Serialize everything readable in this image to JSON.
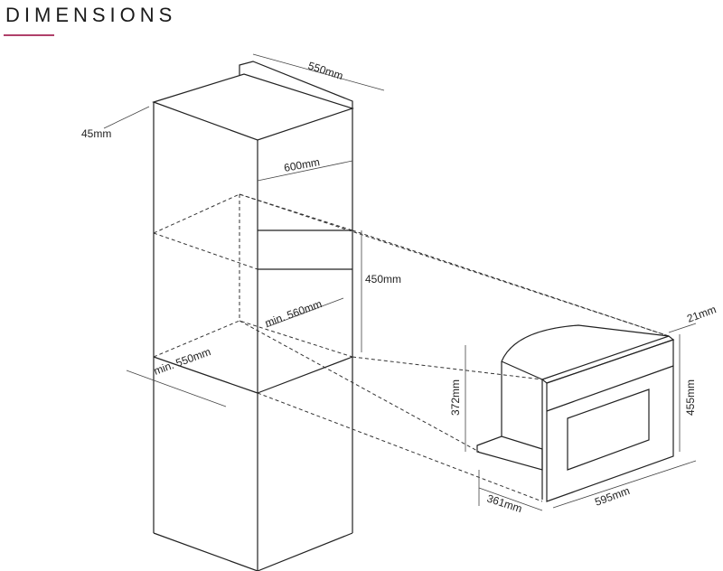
{
  "title": "DIMENSIONS",
  "accent_color": "#b0406a",
  "cabinet_labels": {
    "depth": "550mm",
    "panel": "45mm",
    "width": "600mm",
    "niche_height": "450mm",
    "niche_width": "min. 560mm",
    "niche_depth": "min. 550mm"
  },
  "oven_labels": {
    "front_thickness": "21mm",
    "height": "455mm",
    "body_height": "372mm",
    "body_depth": "361mm",
    "width": "595mm"
  }
}
